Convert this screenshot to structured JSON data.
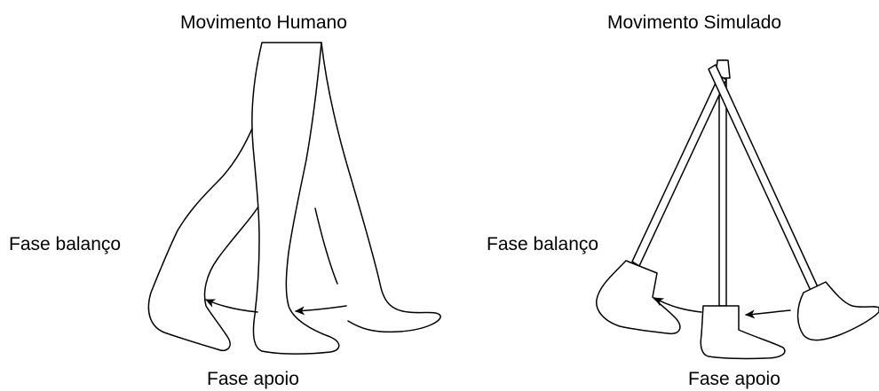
{
  "human": {
    "title": "Movimento Humano",
    "swing_label": "Fase balanço",
    "stance_label": "Fase apoio"
  },
  "simulated": {
    "title": "Movimento Simulado",
    "swing_label": "Fase balanço",
    "stance_label": "Fase apoio"
  }
}
